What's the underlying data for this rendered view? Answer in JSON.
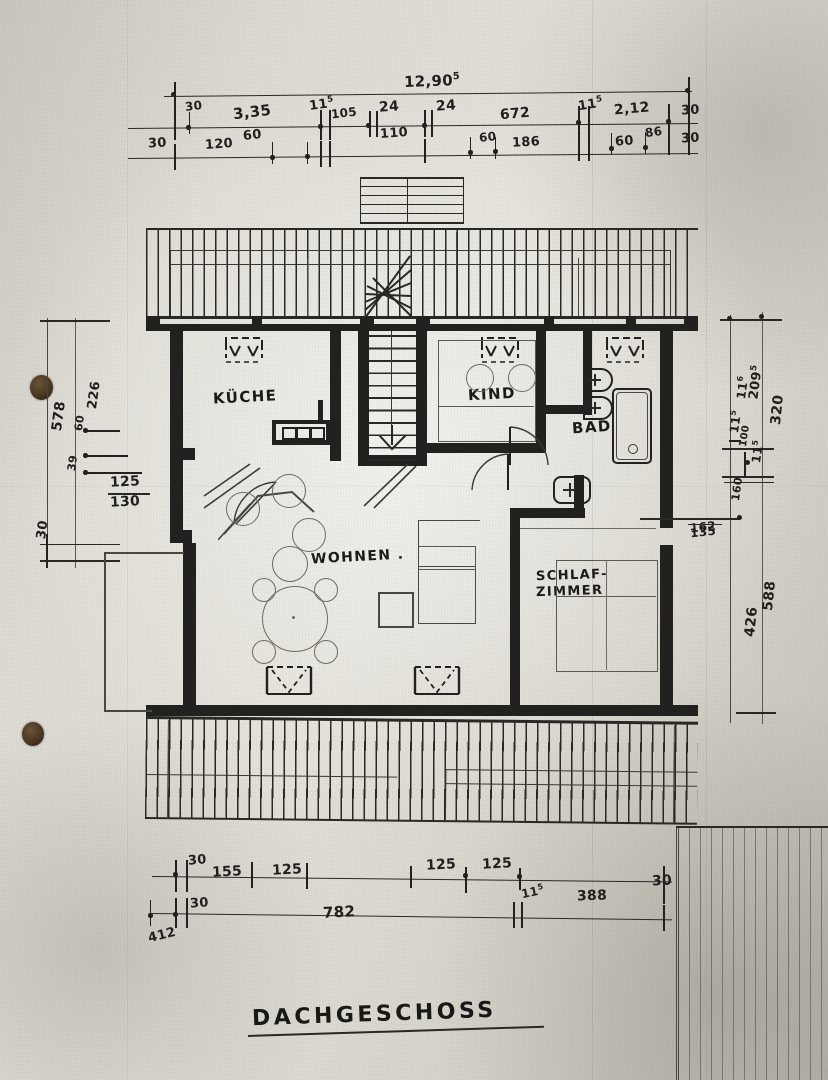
{
  "drawing": {
    "title": "DACHGESCHOSS",
    "sheet_type": "architectural-floor-plan",
    "language": "de",
    "ink_color": "#1d1c1a",
    "paper_color": "#d8d5cd"
  },
  "rooms": [
    {
      "id": "kueche",
      "label": "KÜCHE"
    },
    {
      "id": "kind",
      "label": "KIND"
    },
    {
      "id": "bad",
      "label": "BAD"
    },
    {
      "id": "wohnen",
      "label": "WOHNEN ."
    },
    {
      "id": "schlaf1",
      "label": "SCHLAF-"
    },
    {
      "id": "schlaf2",
      "label": "ZIMMER"
    }
  ],
  "dimensions": {
    "overall_top": "12,90",
    "overall_top_sup": "5",
    "top_row_1": [
      {
        "value": "30"
      },
      {
        "value": "3,35"
      },
      {
        "value": "11",
        "sup": "5"
      },
      {
        "value": "105"
      },
      {
        "value": "24"
      },
      {
        "value": "24"
      },
      {
        "value": "672"
      },
      {
        "value": "11",
        "sup": "5"
      },
      {
        "value": "2,12"
      },
      {
        "value": "30"
      }
    ],
    "top_row_2": [
      {
        "value": "30"
      },
      {
        "value": "120"
      },
      {
        "value": "60"
      },
      {
        "value": "110"
      },
      {
        "value": "60"
      },
      {
        "value": "186"
      },
      {
        "value": "60"
      },
      {
        "value": "86"
      },
      {
        "value": "30"
      }
    ],
    "bottom_row_1": [
      {
        "value": "30"
      },
      {
        "value": "155"
      },
      {
        "value": "125"
      },
      {
        "value": "125"
      },
      {
        "value": "125"
      },
      {
        "value": "30"
      }
    ],
    "bottom_row_2": [
      {
        "value": "30"
      },
      {
        "value": "782"
      },
      {
        "value": "11",
        "sup": "5"
      },
      {
        "value": "388"
      }
    ],
    "bottom_extra": "412",
    "left_chain": [
      {
        "value": "578"
      },
      {
        "value": "226"
      },
      {
        "value": "60"
      },
      {
        "value": "39"
      },
      {
        "value": "30"
      },
      {
        "value": "125"
      },
      {
        "value": "130"
      }
    ],
    "right_chain": [
      {
        "value": "11",
        "sup": "5"
      },
      {
        "value": "11",
        "sup": "6"
      },
      {
        "value": "209",
        "sup": "5"
      },
      {
        "value": "320"
      },
      {
        "value": "100"
      },
      {
        "value": "11",
        "sup": "5"
      },
      {
        "value": "160"
      },
      {
        "value": "588"
      },
      {
        "value": "426"
      },
      {
        "value": "162"
      },
      {
        "value": "135"
      }
    ]
  },
  "annotations": {
    "stair_direction": "down-arrow",
    "punch_holes": 2
  }
}
